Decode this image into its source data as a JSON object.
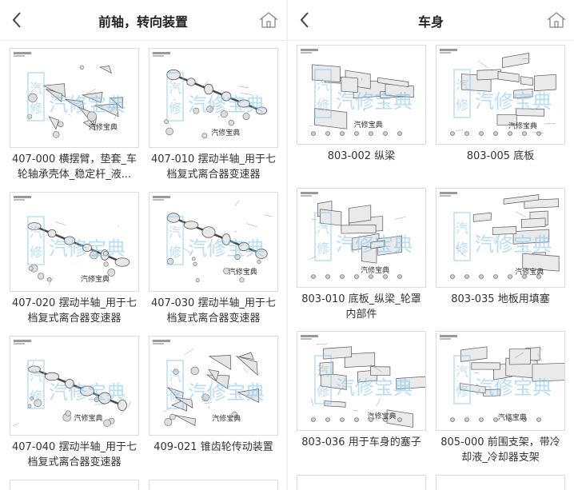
{
  "left": {
    "title": "前轴，转向装置",
    "cards": [
      {
        "line1": "407-000 横摆臂，垫套_车",
        "line2": "轮轴承壳体_稳定杆_液...",
        "stamp": "汽修宝典"
      },
      {
        "line1": "407-010 摆动半轴_用于七",
        "line2": "档复式离合器变速器",
        "stamp": "汽修宝典"
      },
      {
        "line1": "407-020 摆动半轴_用于七",
        "line2": "档复式离合器变速器",
        "stamp": "汽修宝典"
      },
      {
        "line1": "407-030 摆动半轴_用于七",
        "line2": "档复式离合器变速器",
        "stamp": "汽修宝典"
      },
      {
        "line1": "407-040 摆动半轴_用于七",
        "line2": "档复式离合器变速器",
        "stamp": "汽修宝典"
      },
      {
        "line1": "409-021 锥齿轮传动装置",
        "line2": "",
        "stamp": "汽修宝典"
      }
    ]
  },
  "right": {
    "title": "车身",
    "cards": [
      {
        "line1": "803-002 纵梁",
        "line2": "",
        "stamp": "汽修宝典"
      },
      {
        "line1": "803-005 底板",
        "line2": "",
        "stamp": "汽修宝典"
      },
      {
        "line1": "803-010 底板_纵梁_轮罩",
        "line2": "内部件",
        "stamp": "汽修宝典"
      },
      {
        "line1": "803-035 地板用填塞",
        "line2": "",
        "stamp": "汽修宝典"
      },
      {
        "line1": "803-036 用于车身的塞子",
        "line2": "",
        "stamp": "汽修宝典"
      },
      {
        "line1": "805-000 前围支架，带冷",
        "line2": "却液_冷却器支架",
        "stamp": "汽修宝典"
      }
    ]
  },
  "watermark": {
    "side": "汽修",
    "main": "汽修宝典"
  },
  "colors": {
    "watermark": "#7fc4ee",
    "border": "#dcdcdc",
    "text": "#333333"
  },
  "icons": {
    "back": "chevron-left-icon",
    "home": "home-icon"
  }
}
